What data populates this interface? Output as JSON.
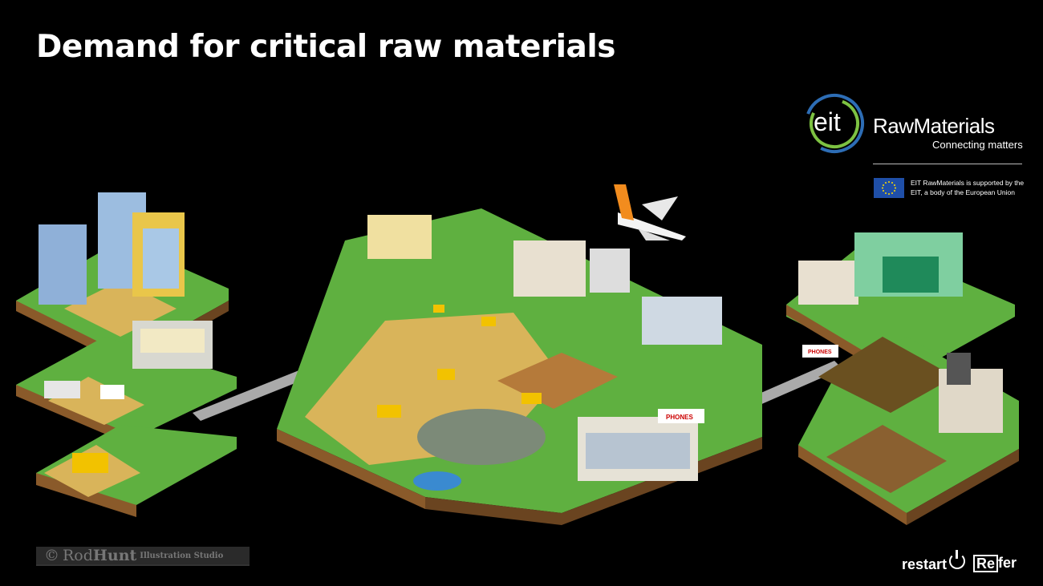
{
  "slide": {
    "title": "Demand for critical raw materials"
  },
  "logo": {
    "mark": "eit",
    "brand": "RawMaterials",
    "tagline": "Connecting matters",
    "eu_support_line1": "EIT RawMaterials is supported by the",
    "eu_support_line2": "EIT, a body of the European Union",
    "colors": {
      "ring_green": "#7dc242",
      "ring_blue": "#2d6db5",
      "eu_blue": "#1f4fa8",
      "eu_star": "#ffdd00"
    }
  },
  "illustration": {
    "truck_label": "PHONES",
    "colors": {
      "grass": "#5fb040",
      "soil": "#8a5a2a",
      "sand": "#d9b45a",
      "water": "#3a8ad0",
      "machinery": "#f2c200"
    }
  },
  "footer": {
    "credit_symbol": "©",
    "credit_name_1": "Rod",
    "credit_name_2": "Hunt",
    "credit_studio": "Illustration Studio",
    "partner_1": "restart",
    "partner_2_boxed": "Re",
    "partner_2_rest": "fer"
  }
}
